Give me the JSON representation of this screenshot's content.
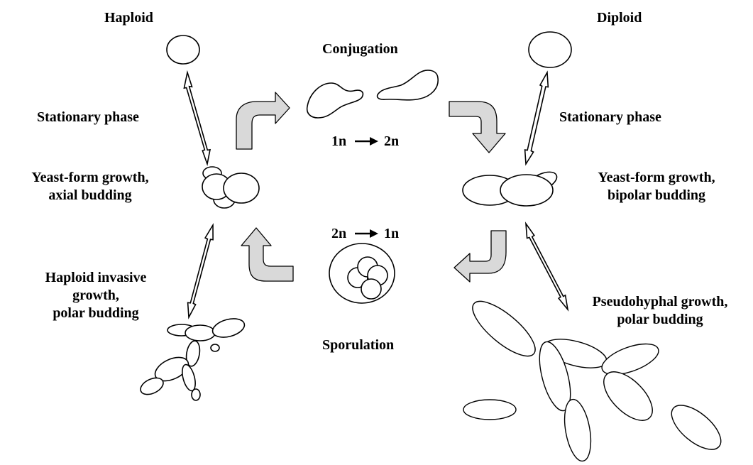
{
  "labels": {
    "haploid": "Haploid",
    "diploid": "Diploid",
    "conjugation": "Conjugation",
    "sporulation": "Sporulation",
    "ploidy_up": "1n",
    "ploidy_up_to": "2n",
    "ploidy_down": "2n",
    "ploidy_down_to": "1n",
    "stationary_left": "Stationary phase",
    "stationary_right": "Stationary phase",
    "haploid_yeast": [
      "Yeast-form growth,",
      "axial budding"
    ],
    "diploid_yeast": [
      "Yeast-form growth,",
      "bipolar budding"
    ],
    "haploid_invasive": [
      "Haploid invasive",
      "growth,",
      "polar budding"
    ],
    "pseudohyphal": [
      "Pseudohyphal growth,",
      "polar budding"
    ]
  },
  "colors": {
    "arrow_fill": "#d9d9d9",
    "stroke": "#000000",
    "cell_fill": "#ffffff"
  }
}
